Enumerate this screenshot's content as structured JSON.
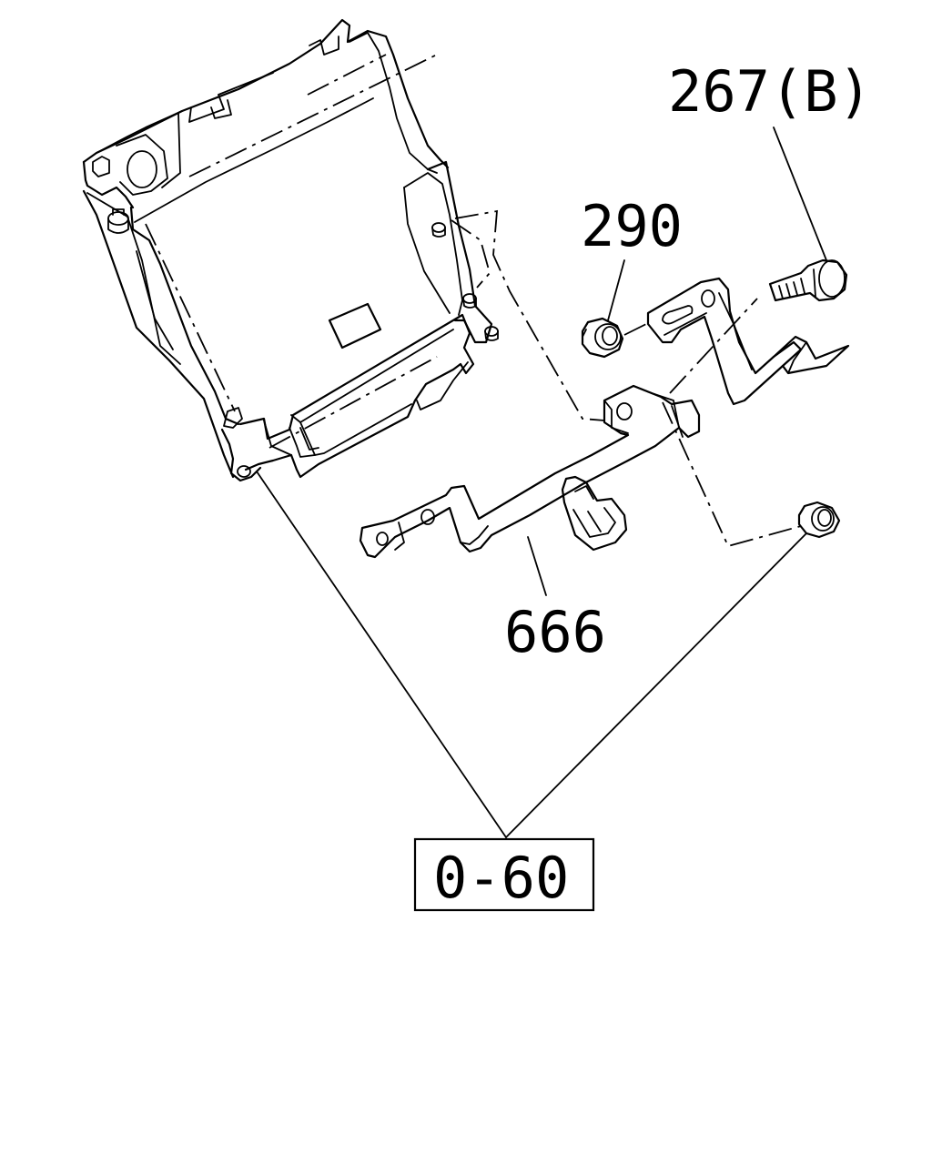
{
  "diagram": {
    "callouts": [
      {
        "id": "bolt",
        "label": "267(B)"
      },
      {
        "id": "nut",
        "label": "290"
      },
      {
        "id": "bracket",
        "label": "666"
      }
    ],
    "reference_box": {
      "label": "0-60"
    }
  }
}
